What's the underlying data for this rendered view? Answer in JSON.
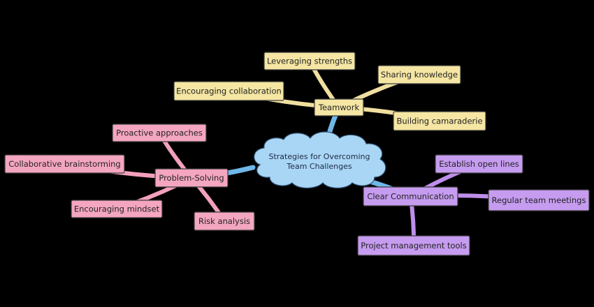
{
  "center": {
    "lines": [
      "Strategies for Overcoming",
      "Team Challenges"
    ],
    "color": "#a9d6f5"
  },
  "branches": [
    {
      "id": "teamwork",
      "label": "Teamwork",
      "color": "#f5e6a3",
      "link_color": "#f0dfa0",
      "children": [
        "Leveraging strengths",
        "Sharing knowledge",
        "Encouraging collaboration",
        "Building camaraderie"
      ]
    },
    {
      "id": "problem-solving",
      "label": "Problem-Solving",
      "color": "#f4a6c1",
      "link_color": "#f2a0bb",
      "children": [
        "Proactive approaches",
        "Collaborative brainstorming",
        "Encouraging mindset",
        "Risk analysis"
      ]
    },
    {
      "id": "communication",
      "label": "Clear Communication",
      "color": "#c69cf0",
      "link_color": "#bd8fe8",
      "children": [
        "Establish open lines",
        "Regular team meetings",
        "Project management tools"
      ]
    }
  ]
}
